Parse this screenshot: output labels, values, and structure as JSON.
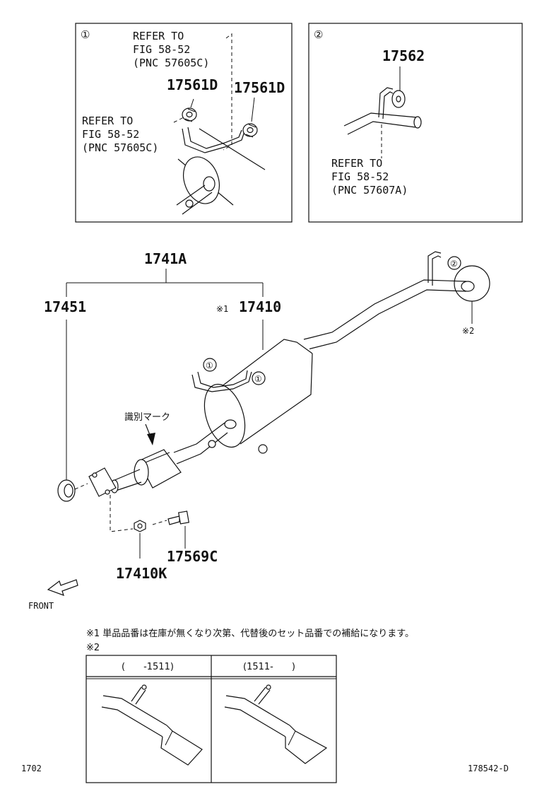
{
  "detail1": {
    "marker": "①",
    "ref_top": [
      "REFER TO",
      "FIG 58-52",
      "(PNC 57605C)"
    ],
    "ref_left": [
      "REFER TO",
      "FIG 58-52",
      "(PNC 57605C)"
    ],
    "part_left": "17561D",
    "part_right": "17561D"
  },
  "detail2": {
    "marker": "②",
    "part": "17562",
    "ref": [
      "REFER TO",
      "FIG 58-52",
      "(PNC 57607A)"
    ]
  },
  "main": {
    "assembly": "1741A",
    "gasket": "17451",
    "muffler_mark": "※1",
    "muffler": "17410",
    "callout_1a": "①",
    "callout_1b": "①",
    "callout_2": "②",
    "tail_mark": "※2",
    "ident_label": "識別マーク",
    "nut": "17410K",
    "bolt": "17569C",
    "front_label": "FRONT"
  },
  "notes": {
    "note1": "※1 単品品番は在庫が無くなり次第、代替後のセット品番での補給になります。",
    "note2": "※2"
  },
  "variant_table": {
    "headers": [
      "(　　-1511)",
      "(1511-　　)"
    ]
  },
  "footer": {
    "left": "1702",
    "right": "178542-D"
  }
}
